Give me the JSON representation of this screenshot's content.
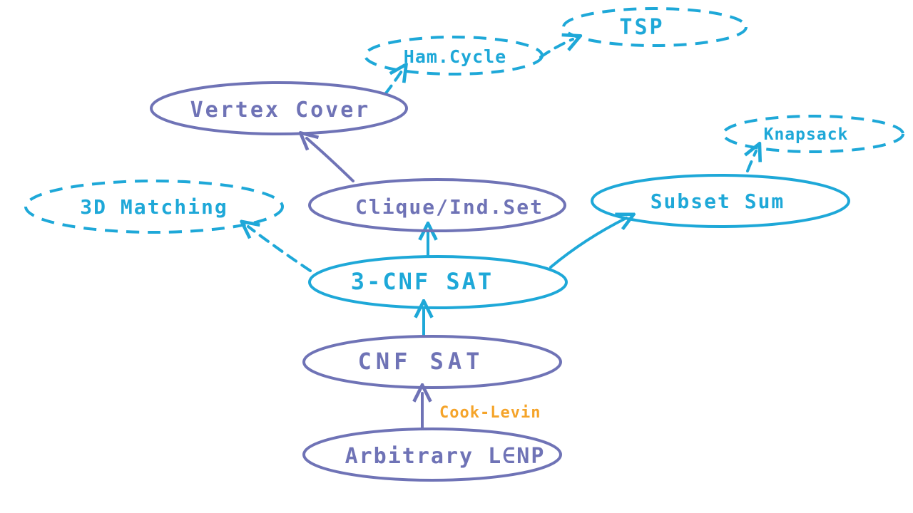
{
  "colors": {
    "purple": "#6f73b6",
    "cyan": "#1ea8d8",
    "orange": "#f5a42a",
    "background": "#ffffff"
  },
  "nodes": {
    "tsp": {
      "label": "TSP",
      "color": "cyan",
      "style": "dashed"
    },
    "ham_cycle": {
      "label": "Ham.Cycle",
      "color": "cyan",
      "style": "dashed"
    },
    "vertex_cover": {
      "label": "Vertex Cover",
      "color": "purple",
      "style": "solid"
    },
    "knapsack": {
      "label": "Knapsack",
      "color": "cyan",
      "style": "dashed"
    },
    "matching_3d": {
      "label": "3D Matching",
      "color": "cyan",
      "style": "dashed"
    },
    "clique": {
      "label": "Clique/Ind.Set",
      "color": "purple",
      "style": "solid"
    },
    "subset_sum": {
      "label": "Subset Sum",
      "color": "cyan",
      "style": "solid"
    },
    "cnf3_sat": {
      "label": "3-CNF SAT",
      "color": "cyan",
      "style": "solid"
    },
    "cnf_sat": {
      "label": "CNF SAT",
      "color": "purple",
      "style": "solid"
    },
    "arbitrary": {
      "label": "Arbitrary L∈NP",
      "color": "purple",
      "style": "solid"
    }
  },
  "edges": [
    {
      "from": "arbitrary",
      "to": "cnf_sat",
      "style": "solid",
      "color": "purple",
      "label": "Cook-Levin"
    },
    {
      "from": "cnf_sat",
      "to": "cnf3_sat",
      "style": "solid",
      "color": "cyan"
    },
    {
      "from": "cnf3_sat",
      "to": "clique",
      "style": "solid",
      "color": "cyan"
    },
    {
      "from": "cnf3_sat",
      "to": "subset_sum",
      "style": "solid",
      "color": "cyan"
    },
    {
      "from": "cnf3_sat",
      "to": "matching_3d",
      "style": "dashed",
      "color": "cyan"
    },
    {
      "from": "clique",
      "to": "vertex_cover",
      "style": "solid",
      "color": "purple"
    },
    {
      "from": "vertex_cover",
      "to": "ham_cycle",
      "style": "dashed",
      "color": "cyan"
    },
    {
      "from": "ham_cycle",
      "to": "tsp",
      "style": "dashed",
      "color": "cyan"
    },
    {
      "from": "subset_sum",
      "to": "knapsack",
      "style": "dashed",
      "color": "cyan"
    }
  ],
  "edge_labels": {
    "cook_levin": "Cook-Levin"
  }
}
